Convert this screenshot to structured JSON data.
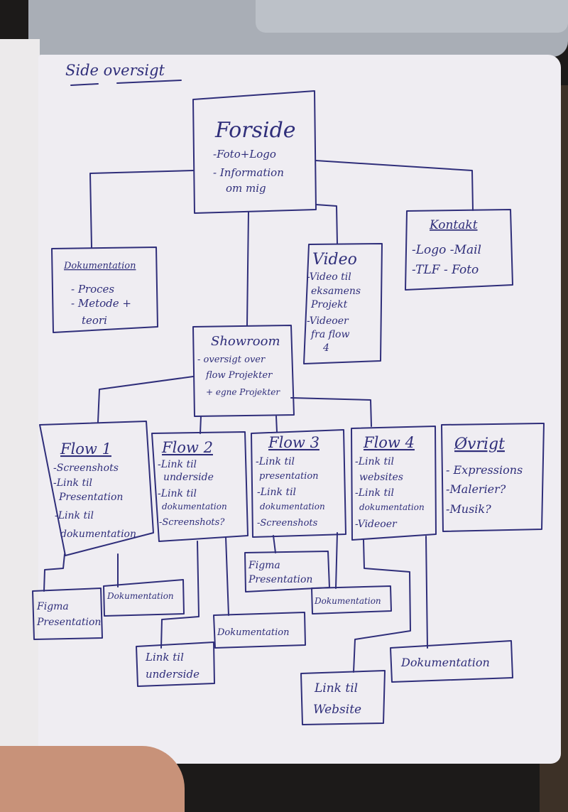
{
  "title": "Side oversigt",
  "nodes": {
    "forside": {
      "title": "Forside",
      "lines": [
        "-Foto+Logo",
        "- Information",
        "om mig"
      ]
    },
    "dokumentation": {
      "title": "Dokumentation",
      "lines": [
        "- Proces",
        "- Metode +",
        "teori"
      ]
    },
    "video": {
      "title": "Video",
      "lines": [
        "-Video til",
        "eksamens",
        "Projekt",
        "-Videoer",
        "fra flow",
        "4"
      ]
    },
    "kontakt": {
      "title": "Kontakt",
      "lines": [
        "-Logo -Mail",
        "-TLF - Foto"
      ]
    },
    "showroom": {
      "title": "Showroom",
      "lines": [
        "- oversigt over",
        "flow Projekter",
        "+ egne Projekter"
      ]
    },
    "flow1": {
      "title": "Flow 1",
      "lines": [
        "-Screenshots",
        "-Link til",
        "Presentation",
        "-Link til",
        "dokumentation"
      ]
    },
    "flow2": {
      "title": "Flow 2",
      "lines": [
        "-Link til",
        "underside",
        "-Link til",
        "dokumentation",
        "-Screenshots?"
      ]
    },
    "flow3": {
      "title": "Flow 3",
      "lines": [
        "-Link til",
        "presentation",
        "-Link til",
        "dokumentation",
        "-Screenshots"
      ]
    },
    "flow4": {
      "title": "Flow 4",
      "lines": [
        "-Link til",
        "websites",
        "-Link til",
        "dokumentation",
        "-Videoer"
      ]
    },
    "ovrigt": {
      "title": "Øvrigt",
      "lines": [
        "- Expressions",
        "-Malerier?",
        "-Musik?"
      ]
    },
    "f1_figma": {
      "lines": [
        "Figma",
        "Presentation"
      ]
    },
    "f1_dok": {
      "lines": [
        "Dokumentation"
      ]
    },
    "f2_link": {
      "lines": [
        "Link til",
        "underside"
      ]
    },
    "f2_dok": {
      "lines": [
        "Dokumentation"
      ]
    },
    "f3_figma": {
      "lines": [
        "Figma",
        "Presentation"
      ]
    },
    "f3_dok": {
      "lines": [
        "Dokumentation"
      ]
    },
    "f4_link": {
      "lines": [
        "Link til",
        "Website"
      ]
    },
    "f4_dok": {
      "lines": [
        "Dokumentation"
      ]
    }
  },
  "colors": {
    "ink": "#2f2e7a",
    "paper": "#efedf2"
  }
}
